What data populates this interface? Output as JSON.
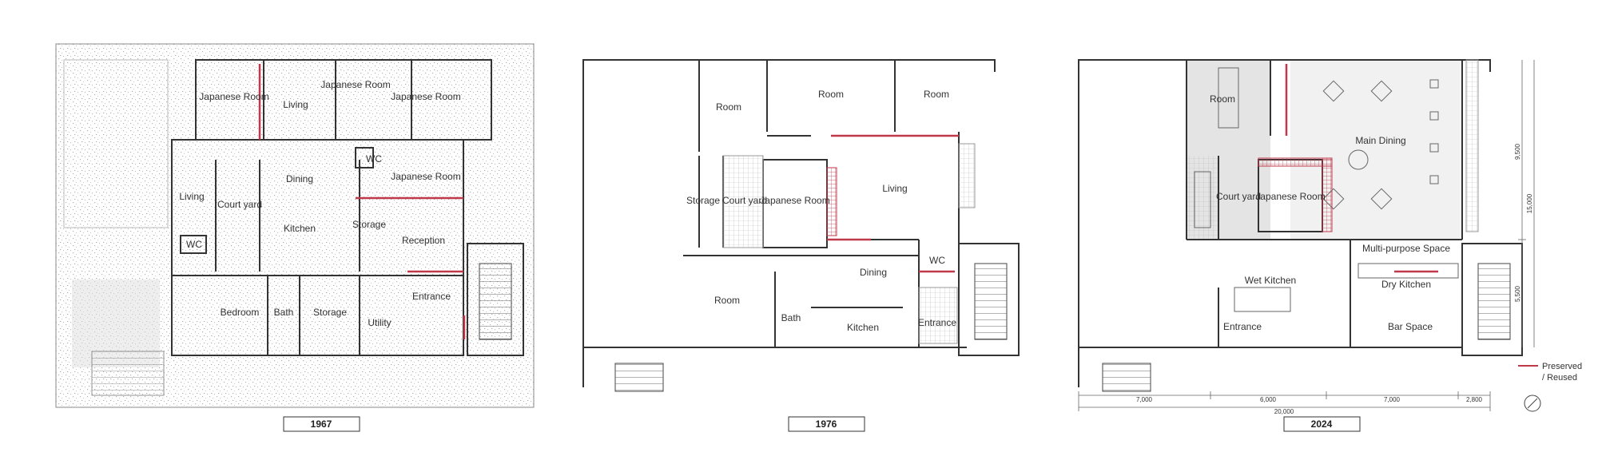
{
  "plan_1967": {
    "year": "1967",
    "rooms": {
      "japanese_room_nw": "Japanese Room",
      "living_n": "Living",
      "japanese_room_n1": "Japanese Room",
      "japanese_room_n2": "Japanese Room",
      "wc_center": "WC",
      "japanese_room_e": "Japanese Room",
      "living_w": "Living",
      "courtyard": "Court yard",
      "dining": "Dining",
      "kitchen": "Kitchen",
      "storage_center": "Storage",
      "reception": "Reception",
      "wc_w": "WC",
      "bedroom": "Bedroom",
      "bath": "Bath",
      "storage_s": "Storage",
      "utility": "Utility",
      "entrance": "Entrance"
    }
  },
  "plan_1976": {
    "year": "1976",
    "rooms": {
      "room_1": "Room",
      "room_2": "Room",
      "room_3": "Room",
      "storage": "Storage",
      "courtyard": "Court yard",
      "japanese_room": "Japanese Room",
      "living": "Living",
      "dining": "Dining",
      "wc": "WC",
      "room_4": "Room",
      "bath": "Bath",
      "kitchen": "Kitchen",
      "entrance": "Entrance"
    }
  },
  "plan_2024": {
    "year": "2024",
    "rooms": {
      "room": "Room",
      "main_dining": "Main Dining",
      "courtyard": "Court yard",
      "japanese_room": "Japanese Room",
      "multipurpose": "Multi-purpose Space",
      "wet_kitchen": "Wet Kitchen",
      "dry_kitchen": "Dry Kitchen",
      "entrance": "Entrance",
      "bar_space": "Bar Space"
    },
    "dimensions": {
      "bay_1": "7,000",
      "bay_2": "6,000",
      "bay_3": "7,000",
      "bay_4": "2,800",
      "total_width": "20,000",
      "height_upper": "9,500",
      "height_total": "15,000",
      "height_lower": "5,500"
    }
  },
  "legend": {
    "line1": "Preserved",
    "line2": "/ Reused",
    "color": "#c0394b"
  }
}
